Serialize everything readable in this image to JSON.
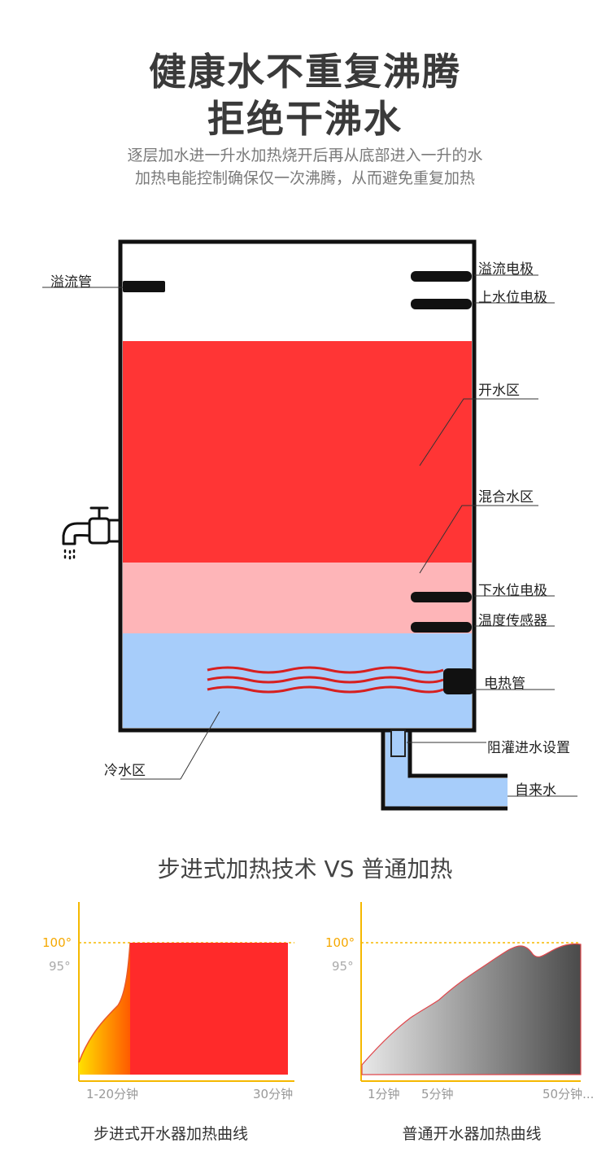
{
  "header": {
    "title_line1": "健康水不重复沸腾",
    "title_line2": "拒绝干沸水",
    "desc_line1": "逐层加水进一升水加热烧开后再从底部进入一升的水",
    "desc_line2": "加热电能控制确保仅一次沸腾，从而避免重复加热"
  },
  "diagram": {
    "labels": {
      "overflow_pipe": "溢流管",
      "overflow_electrode": "溢流电极",
      "upper_level_electrode": "上水位电极",
      "boiling_zone": "开水区",
      "mixed_zone": "混合水区",
      "lower_level_electrode": "下水位电极",
      "temp_sensor": "温度传感器",
      "heating_tube": "电热管",
      "cold_zone": "冷水区",
      "anti_backflow": "阻灌进水设置",
      "tap_water": "自来水"
    },
    "colors": {
      "boiling": "#ff3535",
      "mixed": "#feb5b8",
      "cold": "#a7cdfa"
    }
  },
  "compare": {
    "title": "步进式加热技术 VS 普通加热",
    "left": {
      "y_top": "100°",
      "y_mid": "95°",
      "x_start": "1-20分钟",
      "x_end": "30分钟",
      "caption": "步进式开水器加热曲线"
    },
    "right": {
      "y_top": "100°",
      "y_mid": "95°",
      "x_1": "1分钟",
      "x_2": "5分钟",
      "x_3": "50分钟...",
      "caption": "普通开水器加热曲线"
    }
  }
}
